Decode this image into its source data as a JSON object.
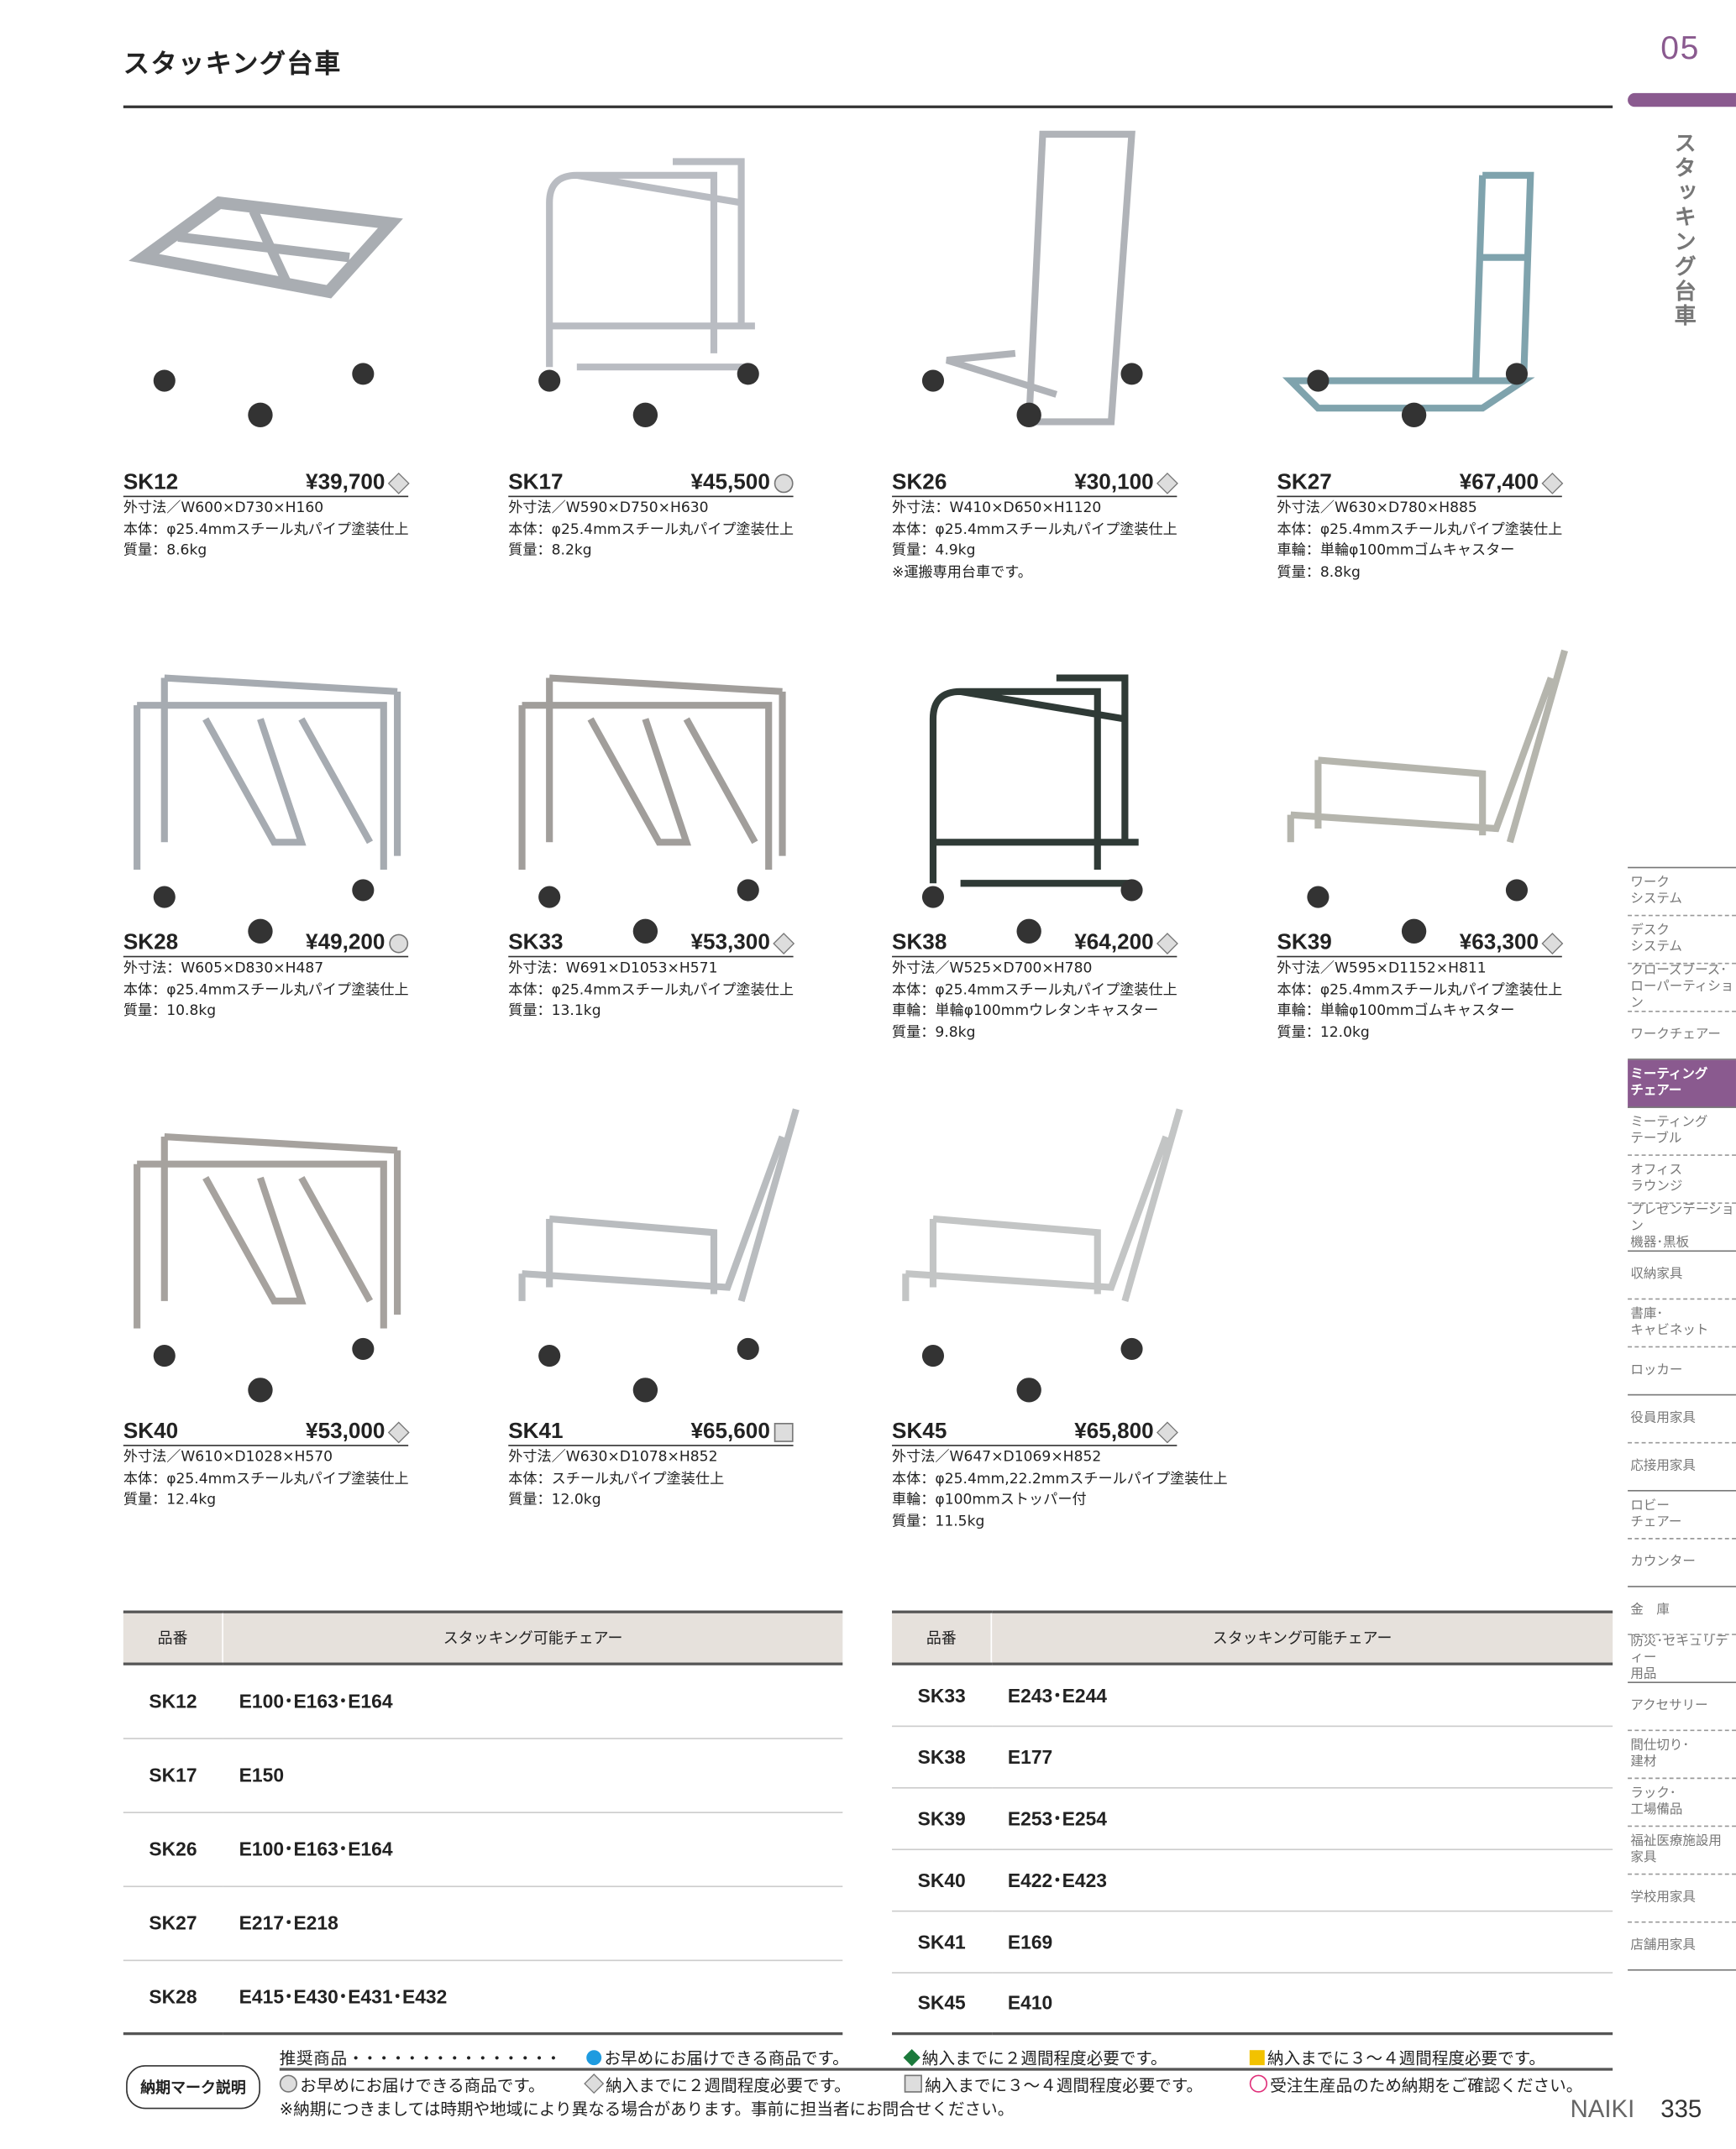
{
  "header": {
    "title": "スタッキング台車",
    "chapter": "05",
    "vertical_title": "スタッキング台車"
  },
  "products": [
    {
      "code": "SK12",
      "price": "¥39,700",
      "mark": "diamond",
      "specs": [
        "外寸法／W600×D730×H160",
        "本体：φ25.4mmスチール丸パイプ塗装仕上",
        "質量：8.6kg"
      ],
      "shape": "flat",
      "color": "#a9adb2"
    },
    {
      "code": "SK17",
      "price": "¥45,500",
      "mark": "circle",
      "specs": [
        "外寸法／W590×D750×H630",
        "本体：φ25.4mmスチール丸パイプ塗装仕上",
        "質量：8.2kg"
      ],
      "shape": "rack",
      "color": "#b9bcc2"
    },
    {
      "code": "SK26",
      "price": "¥30,100",
      "mark": "diamond",
      "specs": [
        "外寸法：W410×D650×H1120",
        "本体：φ25.4mmスチール丸パイプ塗装仕上",
        "質量：4.9kg",
        "※運搬専用台車です。"
      ],
      "shape": "hand",
      "color": "#b0b3b8"
    },
    {
      "code": "SK27",
      "price": "¥67,400",
      "mark": "diamond",
      "specs": [
        "外寸法／W630×D780×H885",
        "本体：φ25.4mmスチール丸パイプ塗装仕上",
        "車輪：単輪φ100mmゴムキャスター",
        "質量：8.8kg"
      ],
      "shape": "dolly",
      "color": "#7fa3ad"
    },
    {
      "code": "SK28",
      "price": "¥49,200",
      "mark": "circle",
      "specs": [
        "外寸法：W605×D830×H487",
        "本体：φ25.4mmスチール丸パイプ塗装仕上",
        "質量：10.8kg"
      ],
      "shape": "box",
      "color": "#a6abb1"
    },
    {
      "code": "SK33",
      "price": "¥53,300",
      "mark": "diamond",
      "specs": [
        "外寸法：W691×D1053×H571",
        "本体：φ25.4mmスチール丸パイプ塗装仕上",
        "質量：13.1kg"
      ],
      "shape": "box",
      "color": "#a19e9b"
    },
    {
      "code": "SK38",
      "price": "¥64,200",
      "mark": "diamond",
      "specs": [
        "外寸法／W525×D700×H780",
        "本体：φ25.4mmスチール丸パイプ塗装仕上",
        "車輪：単輪φ100mmウレタンキャスター",
        "質量：9.8kg"
      ],
      "shape": "rack",
      "color": "#2f3a36"
    },
    {
      "code": "SK39",
      "price": "¥63,300",
      "mark": "diamond",
      "specs": [
        "外寸法／W595×D1152×H811",
        "本体：φ25.4mmスチール丸パイプ塗装仕上",
        "車輪：単輪φ100mmゴムキャスター",
        "質量：12.0kg"
      ],
      "shape": "long",
      "color": "#b5b5ad"
    },
    {
      "code": "SK40",
      "price": "¥53,000",
      "mark": "diamond",
      "specs": [
        "外寸法／W610×D1028×H570",
        "本体：φ25.4mmスチール丸パイプ塗装仕上",
        "質量：12.4kg"
      ],
      "shape": "box",
      "color": "#a6a29e"
    },
    {
      "code": "SK41",
      "price": "¥65,600",
      "mark": "square",
      "specs": [
        "外寸法／W630×D1078×H852",
        "本体：スチール丸パイプ塗装仕上",
        "質量：12.0kg"
      ],
      "shape": "long",
      "color": "#b9bcbf"
    },
    {
      "code": "SK45",
      "price": "¥65,800",
      "mark": "diamond",
      "specs": [
        "外寸法／W647×D1069×H852",
        "本体：φ25.4mm,22.2mmスチールパイプ塗装仕上",
        "車輪：φ100mmストッパー付",
        "質量：11.5kg"
      ],
      "shape": "long",
      "color": "#c3c5c5"
    }
  ],
  "tables": [
    {
      "headers": [
        "品番",
        "スタッキング可能チェアー"
      ],
      "rows": [
        [
          "SK12",
          "E100･E163･E164"
        ],
        [
          "SK17",
          "E150"
        ],
        [
          "SK26",
          "E100･E163･E164"
        ],
        [
          "SK27",
          "E217･E218"
        ],
        [
          "SK28",
          "E415･E430･E431･E432"
        ]
      ]
    },
    {
      "headers": [
        "品番",
        "スタッキング可能チェアー"
      ],
      "rows": [
        [
          "SK33",
          "E243･E244"
        ],
        [
          "SK38",
          "E177"
        ],
        [
          "SK39",
          "E253･E254"
        ],
        [
          "SK40",
          "E422･E423"
        ],
        [
          "SK41",
          "E169"
        ],
        [
          "SK45",
          "E410"
        ]
      ]
    }
  ],
  "sidebar": [
    {
      "label": "ワーク\nシステム"
    },
    {
      "label": "デスク\nシステム"
    },
    {
      "label": "クローズブース･\nローパーティション"
    },
    {
      "label": "ワークチェアー"
    },
    {
      "label": "ミーティング\nチェアー",
      "active": true
    },
    {
      "label": "ミーティング\nテーブル"
    },
    {
      "label": "オフィス\nラウンジ"
    },
    {
      "label": "プレゼンテーション\n機器･黒板"
    },
    {
      "label": "収納家具"
    },
    {
      "label": "書庫･\nキャビネット"
    },
    {
      "label": "ロッカー"
    },
    {
      "label": "役員用家具"
    },
    {
      "label": "応接用家具"
    },
    {
      "label": "ロビー\nチェアー"
    },
    {
      "label": "カウンター"
    },
    {
      "label": "金　庫"
    },
    {
      "label": "防災･セキュリティー\n用品"
    },
    {
      "label": "アクセサリー"
    },
    {
      "label": "間仕切り･\n建材"
    },
    {
      "label": "ラック･\n工場備品"
    },
    {
      "label": "福祉医療施設用\n家具"
    },
    {
      "label": "学校用家具"
    },
    {
      "label": "店舗用家具"
    }
  ],
  "legend": {
    "badge": "納期マーク説明",
    "recommended": "推 奨 商 品 ・・・・・・・・・・・・・・・",
    "r1": "お早めにお届けできる商品です。",
    "r2": "納入までに２週間程度必要です。",
    "r3": "納入までに３～４週間程度必要です。",
    "n1": "お早めにお届けできる商品です。",
    "n2": "納入までに２週間程度必要です。",
    "n3": "納入までに３～４週間程度必要です。",
    "n4": "受注生産品のため納期をご確認ください。",
    "note": "※納期につきましては時期や地域により異なる場合があります。事前に担当者にお問合せください。",
    "colors": {
      "blue": "#1e9be0",
      "green": "#1c7a3c",
      "yellow": "#f2c200",
      "pink": "#e0307a"
    }
  },
  "footer": {
    "brand": "NAIKI",
    "page": "335"
  }
}
